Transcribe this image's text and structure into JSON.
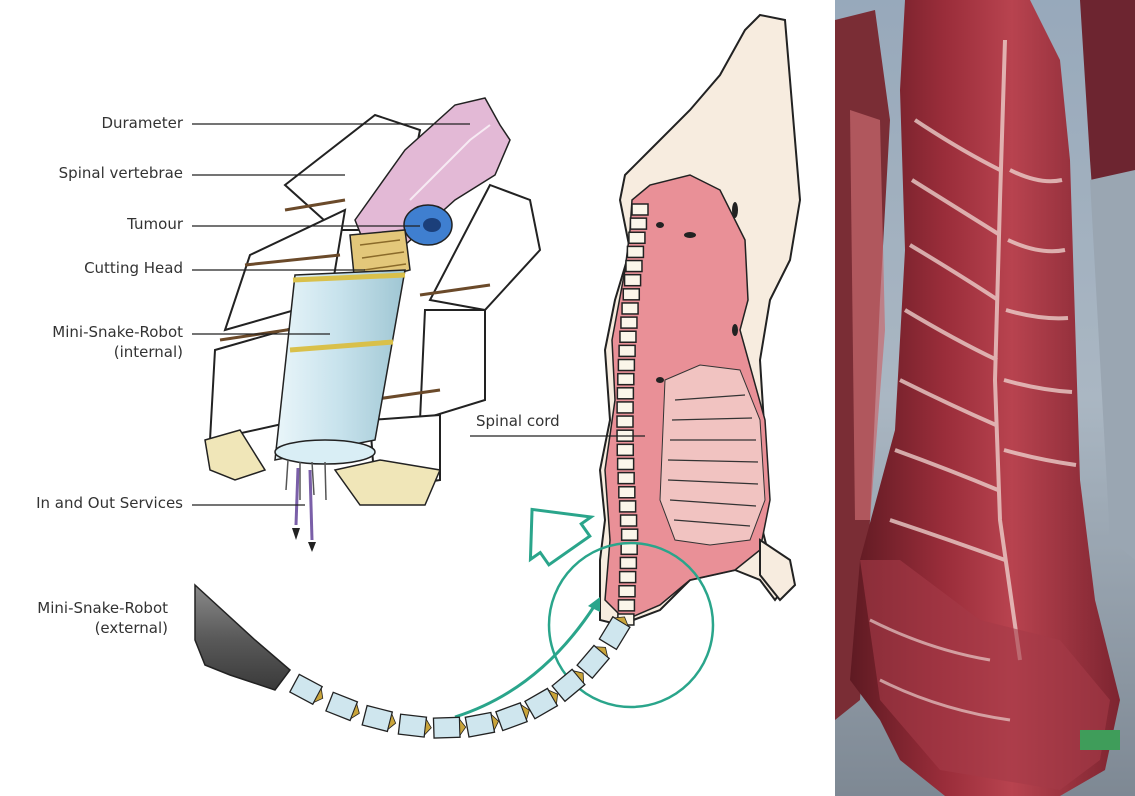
{
  "labels": {
    "durameter": "Durameter",
    "spinal_vertebrae": "Spinal vertebrae",
    "tumour": "Tumour",
    "cutting_head": "Cutting Head",
    "robot_internal_line1": "Mini-Snake-Robot",
    "robot_internal_line2": "(internal)",
    "services": "In and Out Services",
    "robot_external_line1": "Mini-Snake-Robot",
    "robot_external_line2": "(external)",
    "spinal_cord": "Spinal cord"
  },
  "colors": {
    "flesh": "#e99097",
    "fat": "#f7ecdf",
    "dura": "#e3b9d6",
    "tumour": "#3f7fd0",
    "robot": "#cfe6ee",
    "arrow": "#2aa58b",
    "meat_dark": "#7a1c25"
  }
}
